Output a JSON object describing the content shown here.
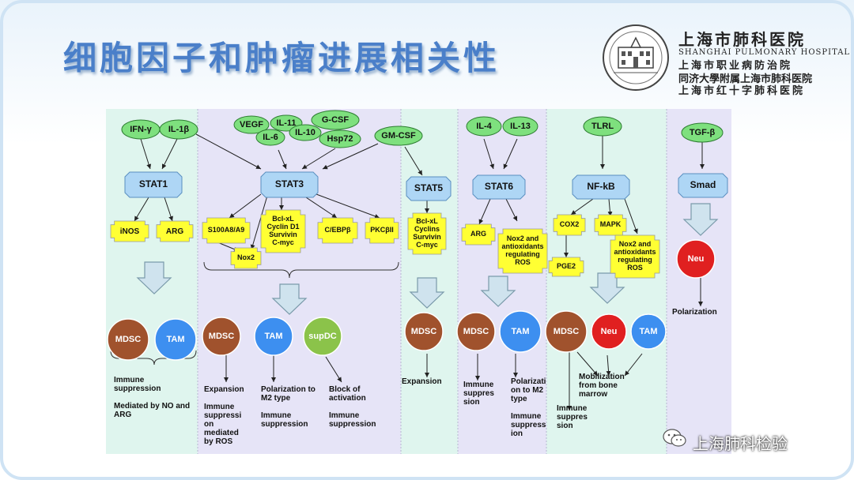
{
  "title": "细胞因子和肿瘤进展相关性",
  "hospital": {
    "name_cn": "上海市肺科医院",
    "name_en": "SHANGHAI PULMONARY HOSPITAL",
    "line2": "上海市职业病防治院",
    "line3": "同济大學附属上海市肺科医院",
    "line4": "上海市红十字肺科医院"
  },
  "diagram": {
    "cytokines": {
      "ifng": "IFN-γ",
      "il1b": "IL-1β",
      "vegf": "VEGF",
      "il11": "IL-11",
      "gcsf": "G-CSF",
      "il6": "IL-6",
      "il10": "IL-10",
      "hsp72": "Hsp72",
      "gmcsf": "GM-CSF",
      "il4": "IL-4",
      "il13": "IL-13",
      "tlrl": "TLRL",
      "tgfb": "TGF-β"
    },
    "transcription_factors": {
      "stat1": "STAT1",
      "stat3": "STAT3",
      "stat5": "STAT5",
      "stat6": "STAT6",
      "nfkb": "NF-kB",
      "smad": "Smad"
    },
    "effectors": {
      "inos": "iNOS",
      "arg1": "ARG",
      "s100": "S100A8/A9",
      "bcl3": "Bcl-xL\nCyclin D1\nSurvivin\nC-myc",
      "cebpb": "C/EBPβ",
      "pkcb": "PKCβII",
      "nox2": "Nox2",
      "bcl5": "Bcl-xL\nCyclins\nSurvivin\nC-myc",
      "arg6": "ARG",
      "nox6": "Nox2 and\nantioxidants\nregulating\nROS",
      "cox2": "COX2",
      "mapk": "MAPK",
      "pge2": "PGE2",
      "noxnf": "Nox2 and\nantioxidants\nregulating\nROS"
    },
    "cells": {
      "mdsc1": "MDSC",
      "tam1": "TAM",
      "mdsc3": "MDSC",
      "tam3": "TAM",
      "supdc": "supDC",
      "mdsc5": "MDSC",
      "mdsc6": "MDSC",
      "tam6": "TAM",
      "mdscnf": "MDSC",
      "neunf": "Neu",
      "tamnf": "TAM",
      "neusmad": "Neu"
    },
    "outcomes": {
      "o1": "Immune\nsuppression\n\nMediated by NO and\nARG",
      "o3a": "Expansion\n\nImmune\nsuppressi\non\nmediated\nby ROS",
      "o3b": "Polarization to\nM2 type\n\nImmune\nsuppression",
      "o3c": "Block of\nactivation\n\nImmune\nsuppression",
      "o5": "Expansion",
      "o6a": "Immune\nsuppres\nsion",
      "o6b": "Polarizati\non to M2\ntype\n\nImmune\nsuppress\nion",
      "onfa": "Mobilization\nfrom bone\nmarrow",
      "onfb": "Immune\nsuppres\nsion",
      "osmad": "Polarization"
    }
  },
  "watermark": "上海肺科检验",
  "colors": {
    "title": "#4a7fc9",
    "cytokine": "#7ee07e",
    "tf": "#aed6f5",
    "effector": "#ffff33",
    "mdsc": "#a0522d",
    "tam": "#3d8ff0",
    "neu": "#e02020",
    "supdc": "#8bc34a",
    "panel_green": "#dff5ee",
    "panel_purple": "#e6e4f7"
  }
}
